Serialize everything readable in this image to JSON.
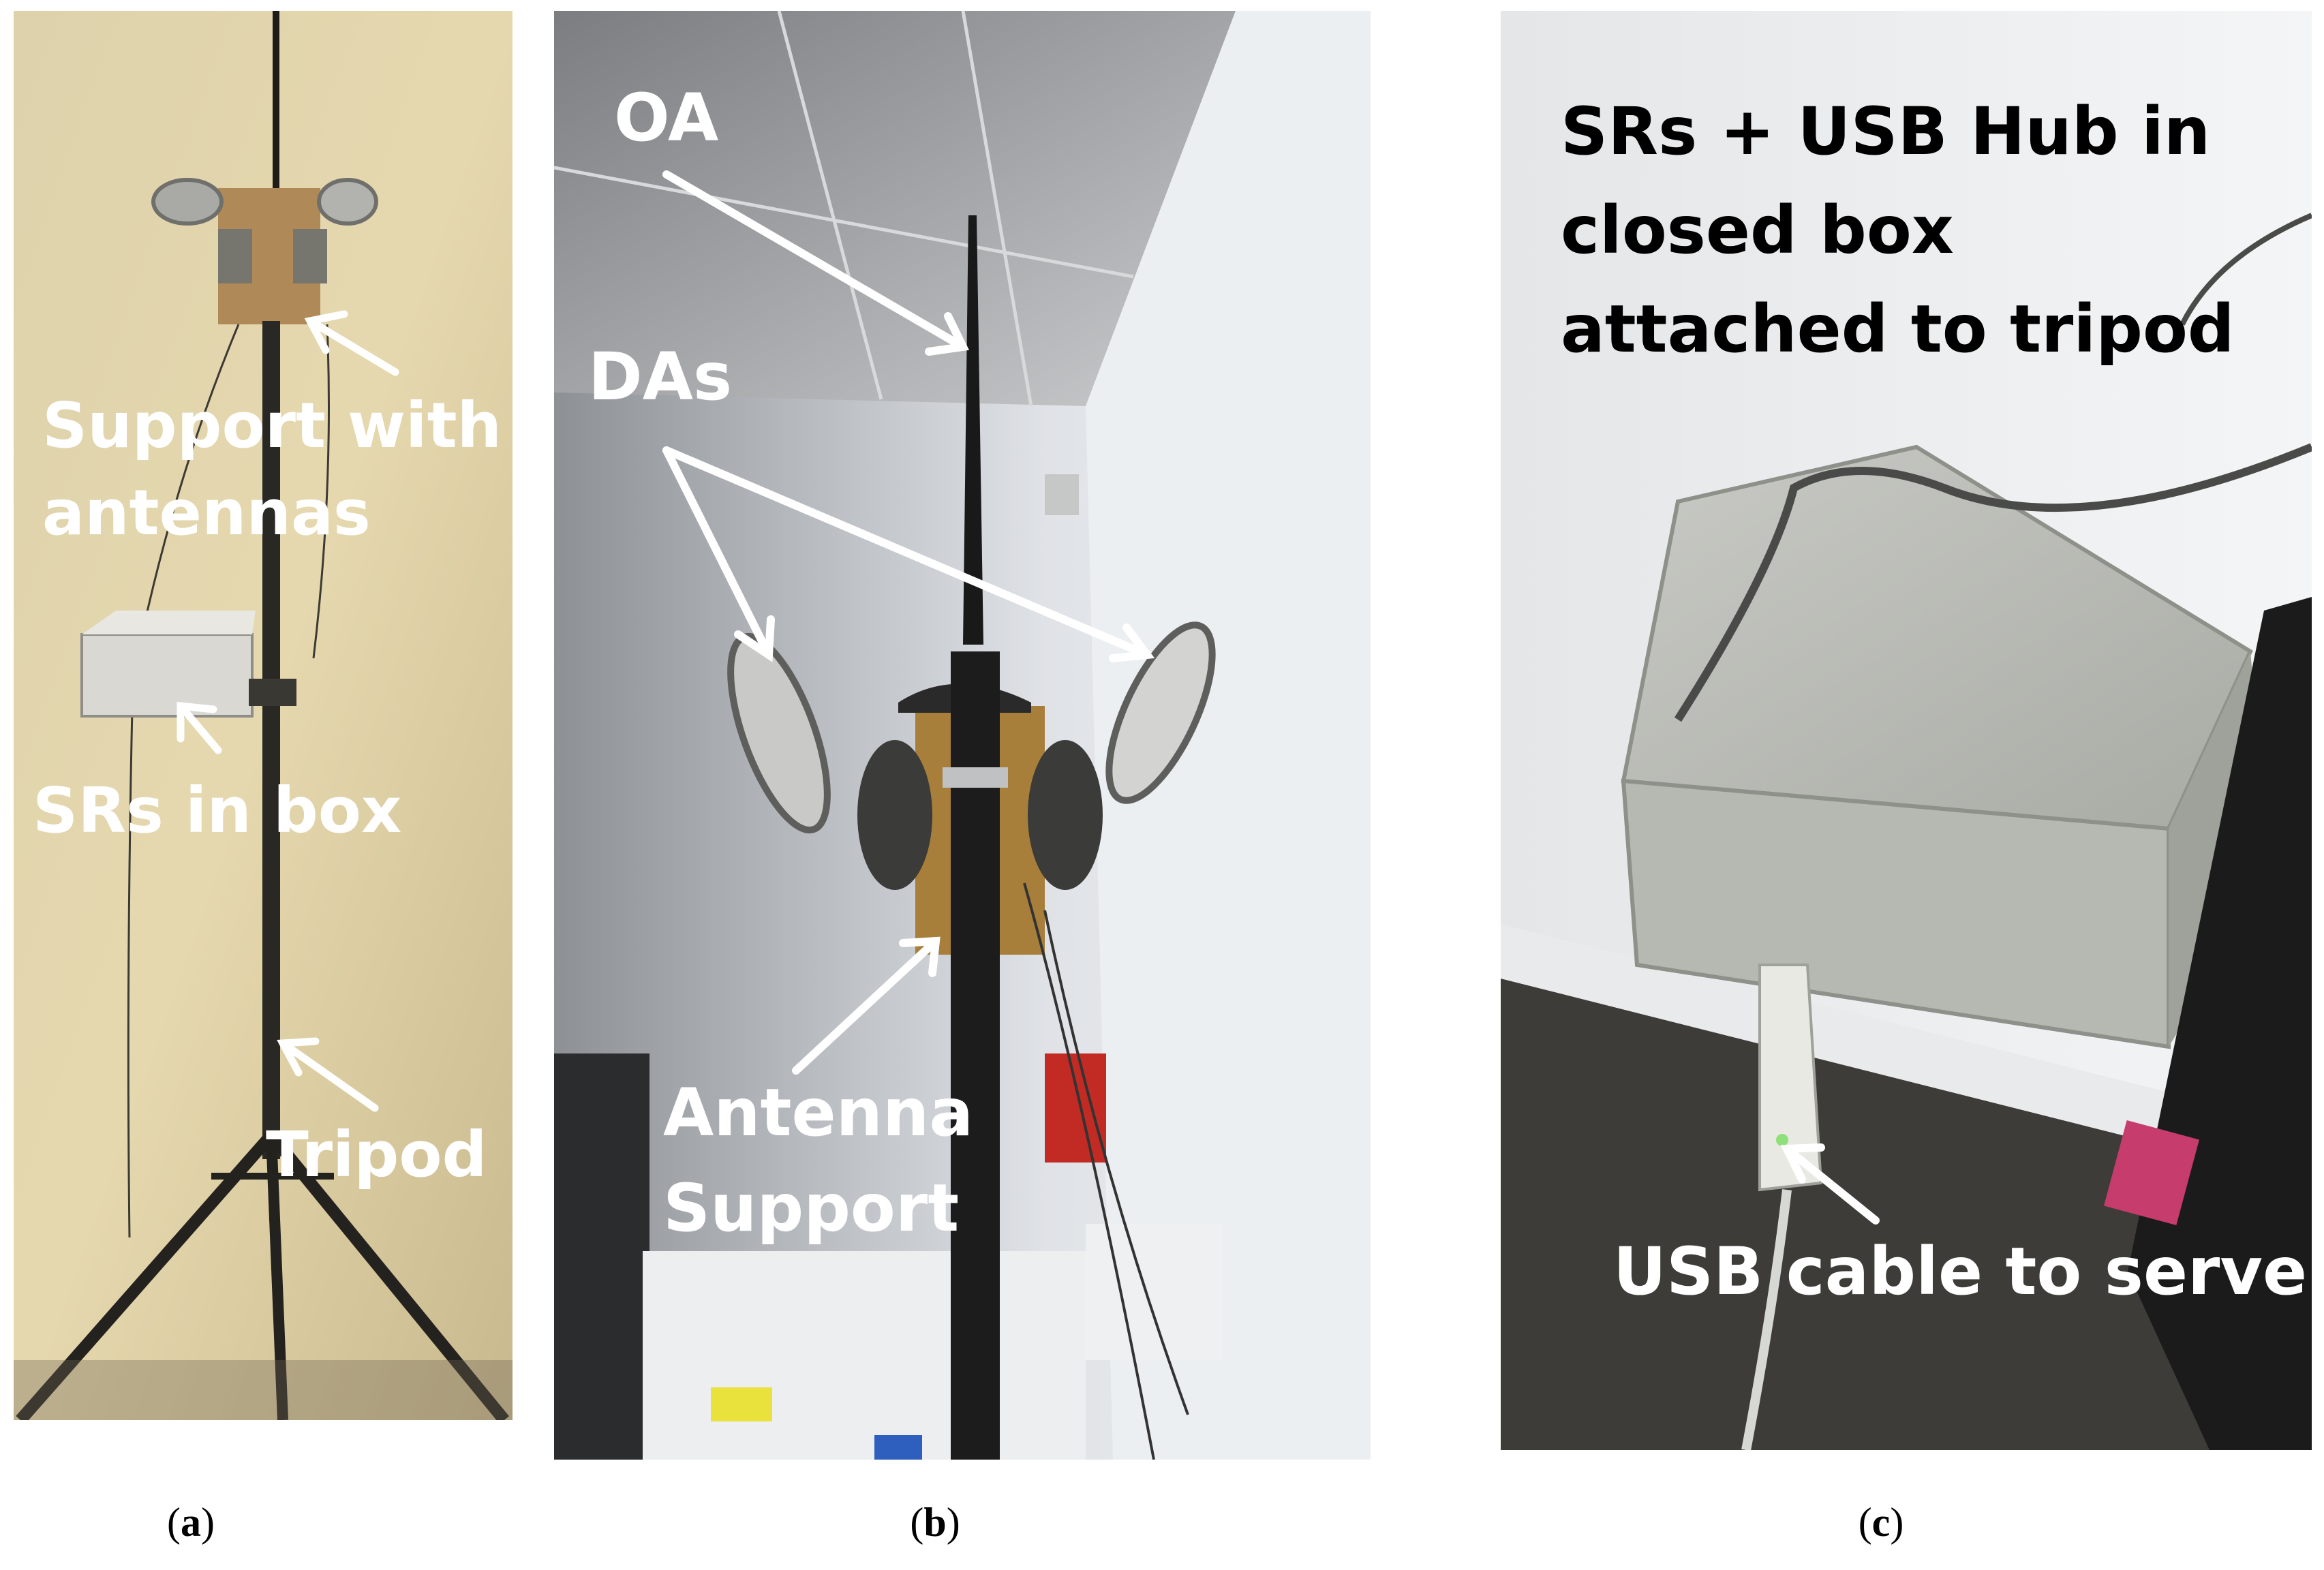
{
  "panel_a": {
    "labels": {
      "support_line1": "Support with",
      "support_line2": "antennas",
      "srs_box": "SRs in box",
      "tripod": "Tripod"
    },
    "caption": "a"
  },
  "panel_b": {
    "labels": {
      "oa": "OA",
      "das": "DAs",
      "antenna_line1": "Antenna",
      "antenna_line2": "Support"
    },
    "caption": "b"
  },
  "panel_c": {
    "labels": {
      "line1": "SRs + USB Hub in",
      "line2": "closed box",
      "line3": "attached to tripod",
      "usb": "USB cable to server"
    },
    "caption": "c"
  }
}
